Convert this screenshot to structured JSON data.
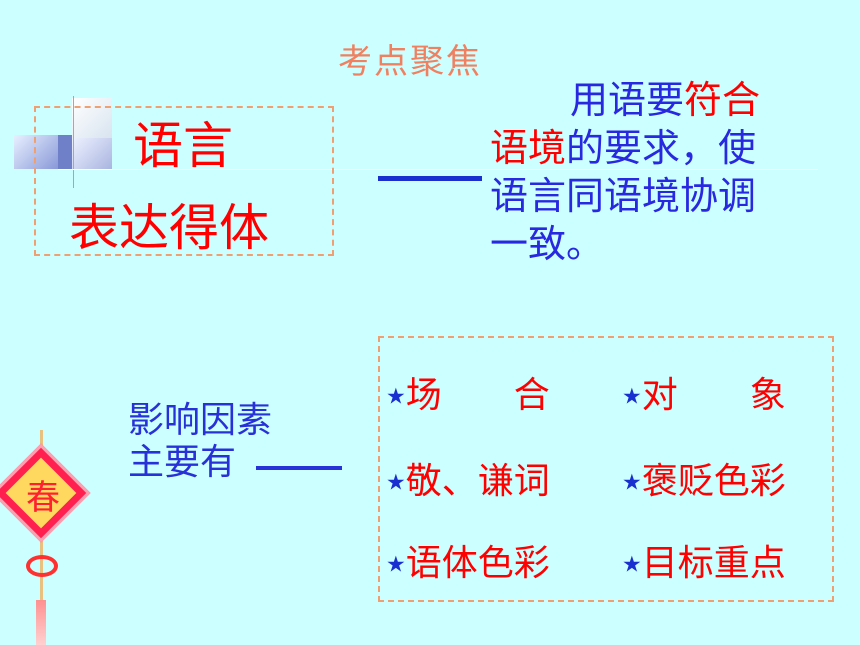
{
  "header": {
    "title": "考点聚焦"
  },
  "topic": {
    "line1": "语言",
    "line2": "表达得体"
  },
  "definition": {
    "part1_blue": "用语要",
    "part2_red": "符合",
    "part3_red": "语境",
    "part4_blue": "的要求，使",
    "line3": "语言同语境协调",
    "line4": "一致。"
  },
  "factors": {
    "line1": "影响因素",
    "line2": "主要有"
  },
  "items": {
    "star": "★",
    "a": "场　　合",
    "b": "对　　象",
    "c": "敬、谦词",
    "d": "褒贬色彩",
    "e": "语体色彩",
    "f": "目标重点"
  },
  "decoration": {
    "knot_char": "春"
  },
  "colors": {
    "background": "#ccffff",
    "red": "#ff0000",
    "blue": "#2828e0",
    "header": "#f08060"
  }
}
